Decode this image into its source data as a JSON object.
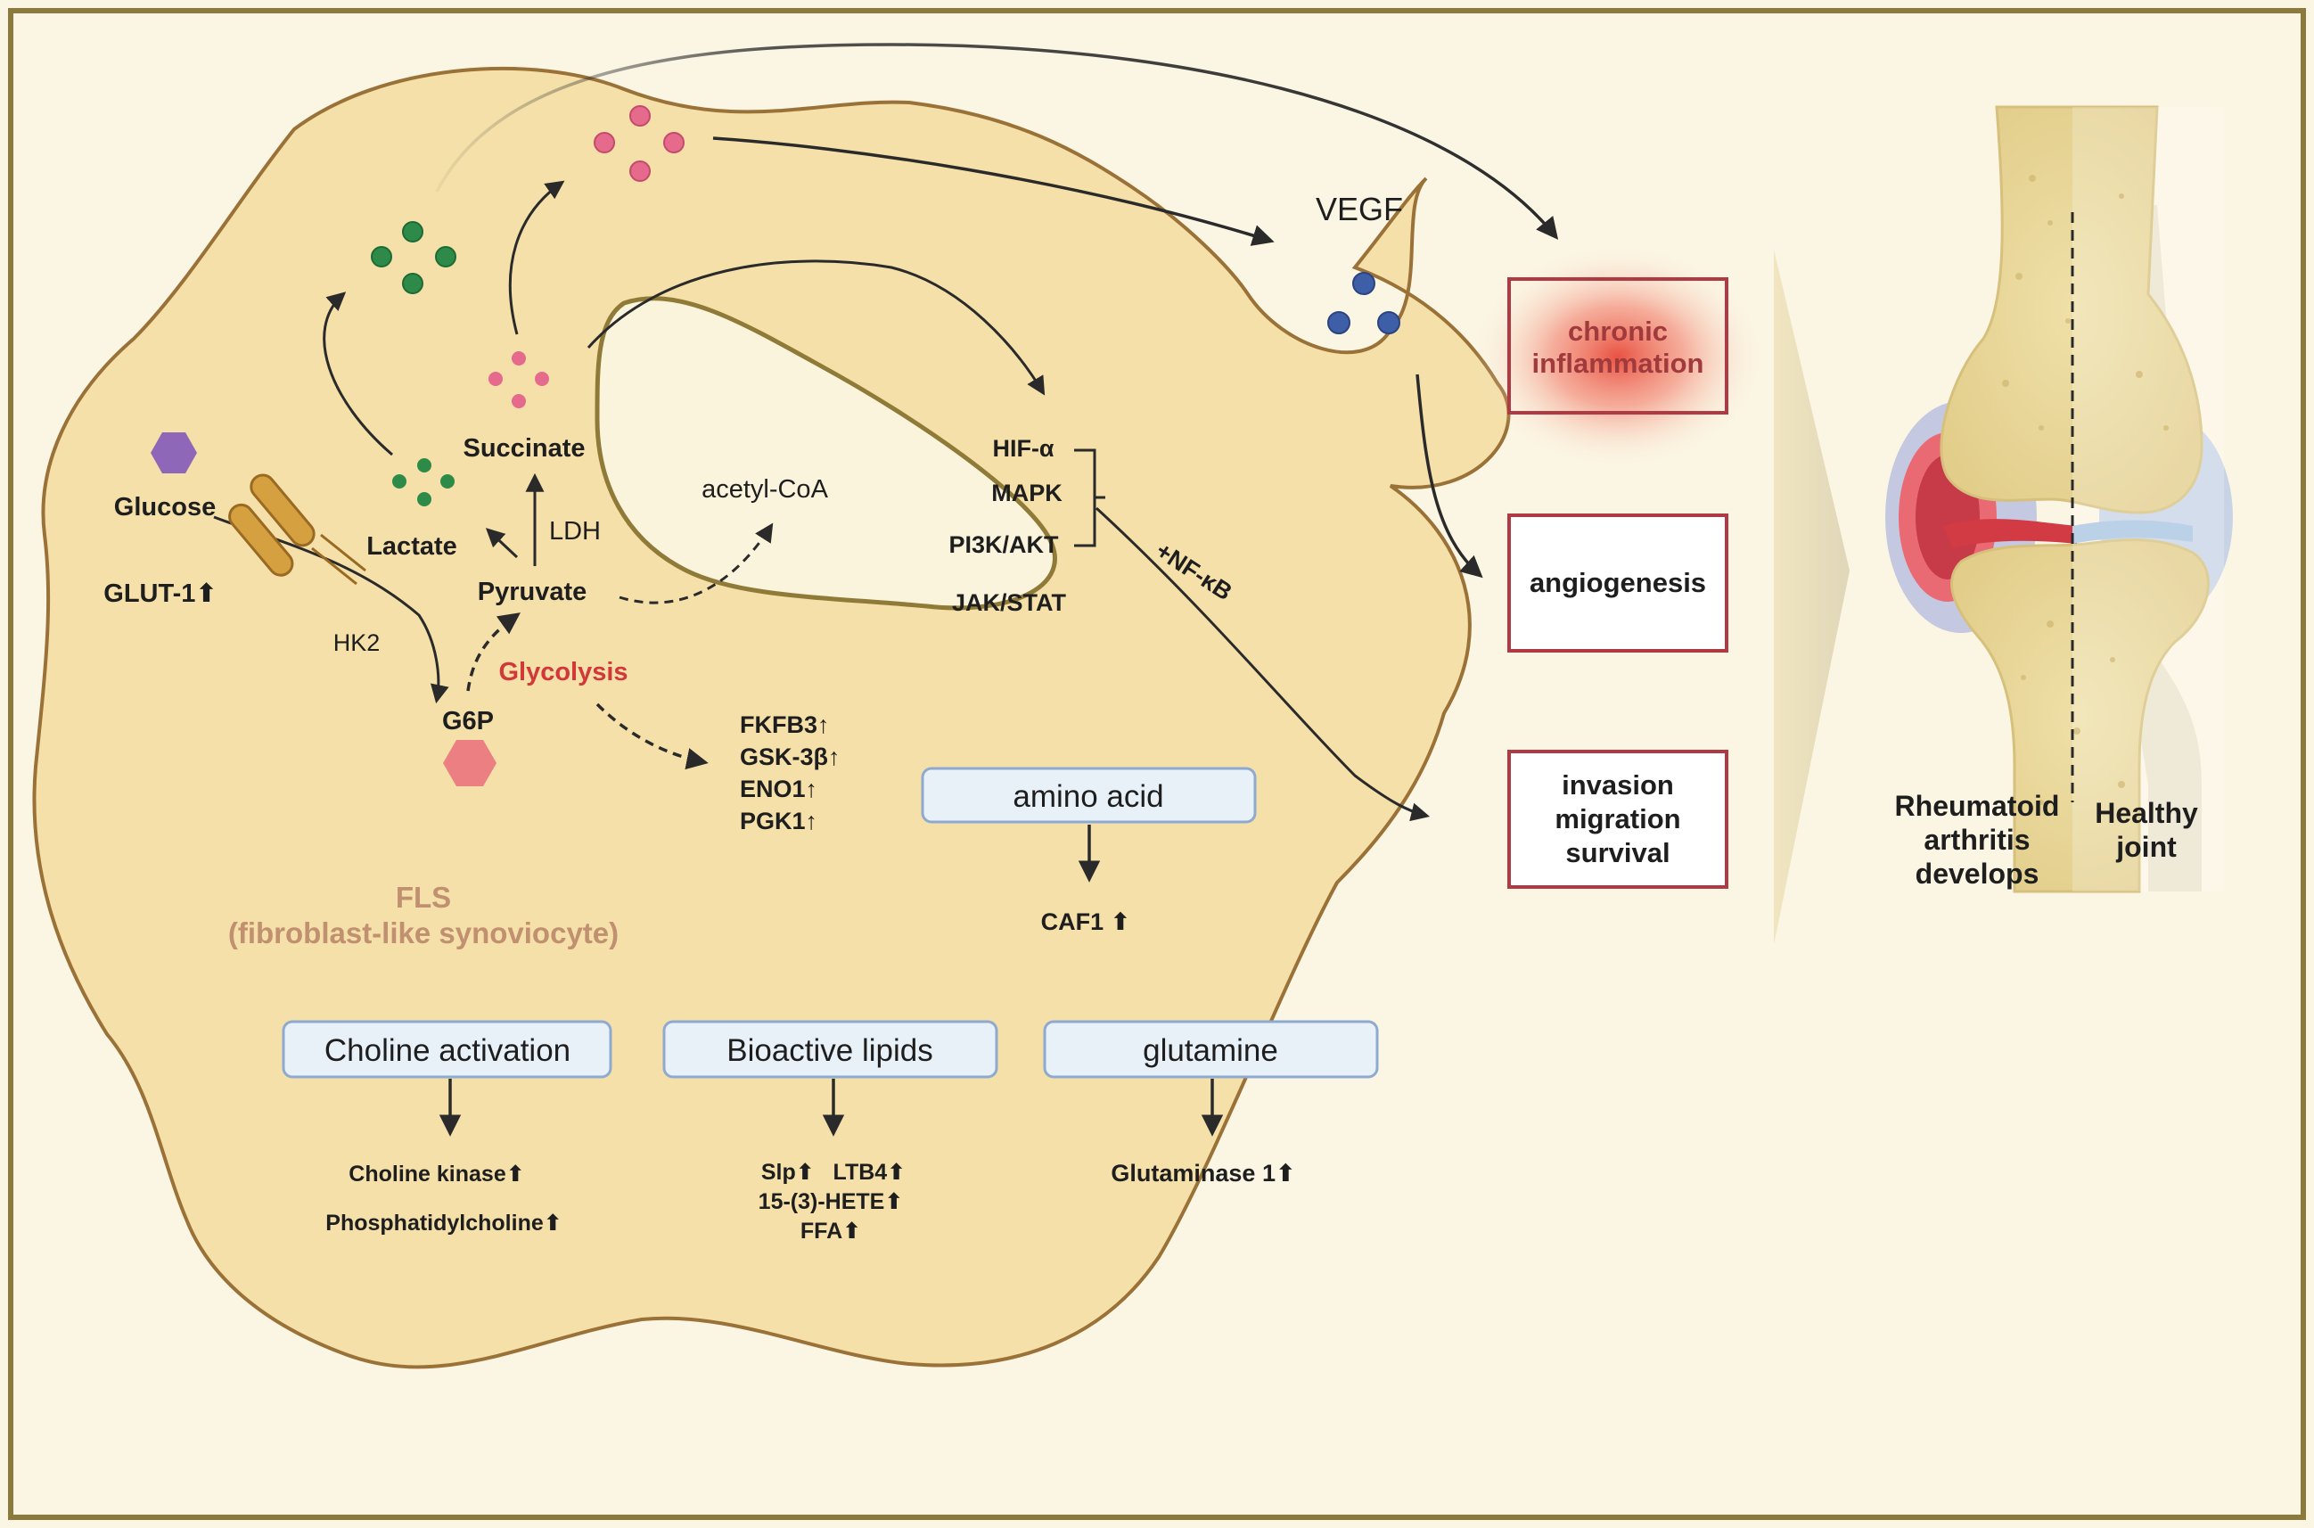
{
  "metabolites": {
    "glucose": "Glucose",
    "glut1": "GLUT-1⬆",
    "hk2": "HK2",
    "g6p": "G6P",
    "glycolysis": "Glycolysis",
    "lactate": "Lactate",
    "succinate": "Succinate",
    "ldh": "LDH",
    "pyruvate": "Pyruvate",
    "acetyl_coa": "acetyl-CoA"
  },
  "signaling": {
    "items": [
      "HIF-α",
      "MAPK",
      "PI3K/AKT",
      "JAK/STAT"
    ],
    "nfkb": "+NF-κB"
  },
  "enzymes": [
    "FKFB3↑",
    "GSK-3β↑",
    "ENO1↑",
    "PGK1↑"
  ],
  "cell_label": {
    "line1": "FLS",
    "line2": "(fibroblast-like synoviocyte)"
  },
  "pathway_boxes": {
    "amino_acid": {
      "title": "amino acid",
      "results": [
        "CAF1 ⬆"
      ]
    },
    "choline": {
      "title": "Choline activation",
      "results": [
        "Choline kinase⬆",
        "Phosphatidylcholine⬆"
      ]
    },
    "lipids": {
      "title": "Bioactive lipids",
      "results": [
        "Slp⬆   LTB4⬆",
        "15-(3)-HETE⬆",
        "FFA⬆"
      ]
    },
    "glutamine": {
      "title": "glutamine",
      "results": [
        "Glutaminase 1⬆"
      ]
    }
  },
  "vegf": "VEGF",
  "outcomes": {
    "inflammation": [
      "chronic",
      "inflammation"
    ],
    "angiogenesis": [
      "angiogenesis"
    ],
    "invasion": [
      "invasion",
      "migration",
      "survival"
    ]
  },
  "joint": {
    "ra": [
      "Rheumatoid",
      "arthritis",
      "develops"
    ],
    "healthy": [
      "Healthy",
      "joint"
    ]
  },
  "colors": {
    "border": "#8b7a3c",
    "cell_fill": "#f4e0a8",
    "cell_stroke": "#9a7238",
    "nucleus_stroke": "#8f7a38",
    "outcome_border": "#b03a44",
    "pathway_box_fill": "#e8f0f8",
    "pathway_box_stroke": "#8eaad0",
    "glycolysis_text": "#d2383a",
    "fls_text": "#c09070",
    "vegf_dot": "#3e5fa8",
    "lactate_dot": "#2e8a48",
    "succinate_dot": "#e66a8c"
  }
}
